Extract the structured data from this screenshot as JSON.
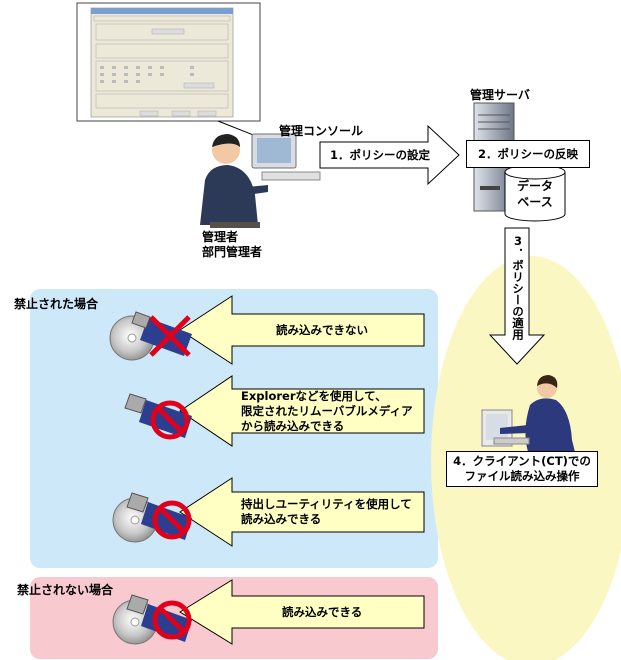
{
  "console_label": "管理コンソール",
  "server_label": "管理サーバ",
  "admin_label_1": "管理者",
  "admin_label_2": "部門管理者",
  "step1": "1．ポリシーの設定",
  "step2": "2．ポリシーの反映",
  "db_line1": "データ",
  "db_line2": "ベース",
  "step3": "3．ポリシーの適用",
  "step4_line1": "4．クライアント(CT)での",
  "step4_line2": "ファイル読み込み操作",
  "prohibited_label": "禁止された場合",
  "not_prohibited_label": "禁止されない場合",
  "arrows": {
    "a1": "読み込みできない",
    "a2_line1": "Explorerなどを使用して、",
    "a2_line2": "限定されたリムーバブルメディア",
    "a2_line3": "から読み込みできる",
    "a3_line1": "持出しユーティリティを使用して",
    "a3_line2": "読み込みできる",
    "a4": "読み込みできる"
  },
  "colors": {
    "prohibited_bg": "#cde8f8",
    "allowed_bg": "#f8c9cf",
    "client_ellipse": "#fbf7c3",
    "arrow_fill": "#ffffc4",
    "no_symbol": "#e0001b",
    "device_blue": "#2c3e8f"
  }
}
